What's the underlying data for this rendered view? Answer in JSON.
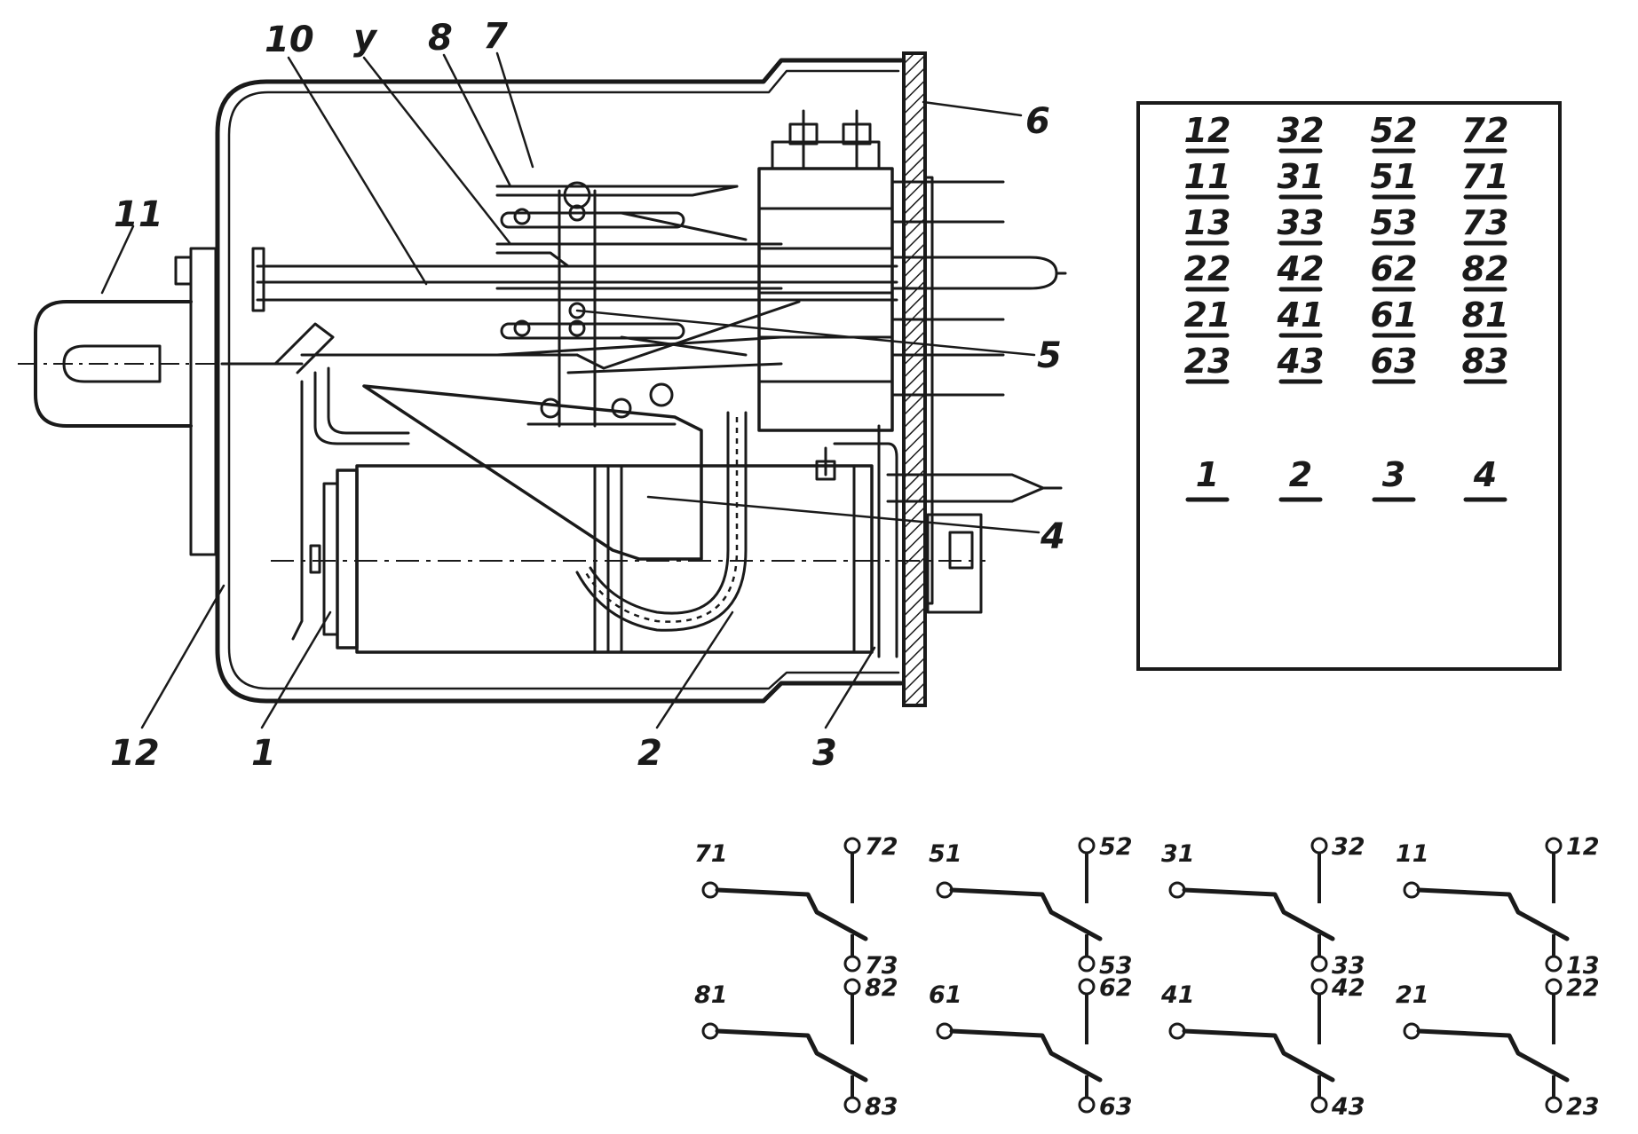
{
  "callouts": [
    {
      "id": "10",
      "text": "10"
    },
    {
      "id": "9",
      "text": "у"
    },
    {
      "id": "8",
      "text": "8"
    },
    {
      "id": "7",
      "text": "7"
    },
    {
      "id": "6",
      "text": "6"
    },
    {
      "id": "11",
      "text": "11"
    },
    {
      "id": "5",
      "text": "5"
    },
    {
      "id": "4",
      "text": "4"
    },
    {
      "id": "12",
      "text": "12"
    },
    {
      "id": "1",
      "text": "1"
    },
    {
      "id": "2",
      "text": "2"
    },
    {
      "id": "3",
      "text": "3"
    }
  ],
  "terminal_panel": {
    "columns": [
      [
        "12",
        "11",
        "13",
        "22",
        "21",
        "23"
      ],
      [
        "32",
        "31",
        "33",
        "42",
        "41",
        "43"
      ],
      [
        "52",
        "51",
        "53",
        "62",
        "61",
        "63"
      ],
      [
        "72",
        "71",
        "73",
        "82",
        "81",
        "83"
      ]
    ],
    "coil_terminals": [
      "1",
      "2",
      "3",
      "4"
    ]
  },
  "contact_groups": [
    {
      "common": "71",
      "normally_closed": "72",
      "normally_open": "73"
    },
    {
      "common": "51",
      "normally_closed": "52",
      "normally_open": "53"
    },
    {
      "common": "31",
      "normally_closed": "32",
      "normally_open": "33"
    },
    {
      "common": "11",
      "normally_closed": "12",
      "normally_open": "13"
    },
    {
      "common": "81",
      "normally_closed": "82",
      "normally_open": "83"
    },
    {
      "common": "61",
      "normally_closed": "62",
      "normally_open": "63"
    },
    {
      "common": "41",
      "normally_closed": "42",
      "normally_open": "43"
    },
    {
      "common": "21",
      "normally_closed": "22",
      "normally_open": "23"
    }
  ]
}
